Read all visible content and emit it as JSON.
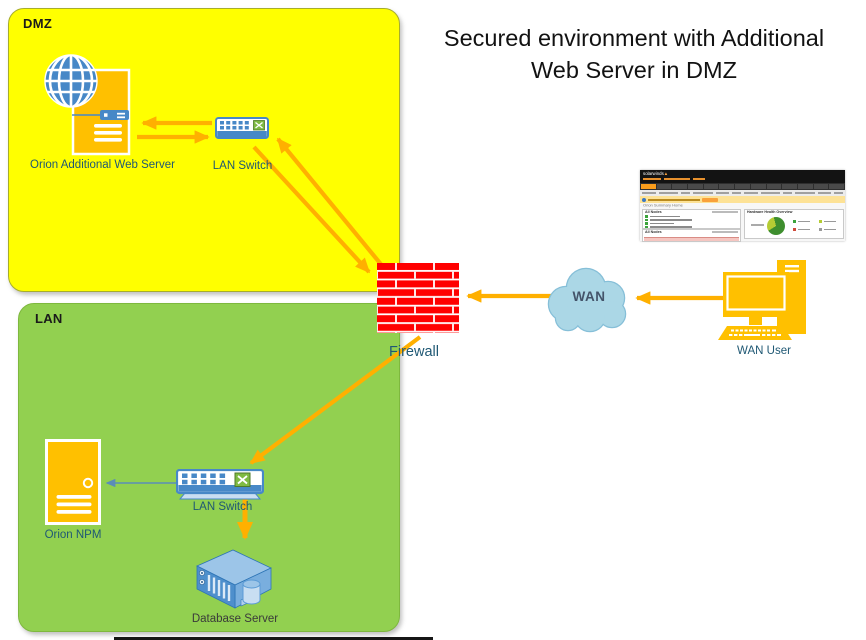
{
  "title": {
    "line1": "Secured environment with Additional",
    "line2": "Web Server in DMZ"
  },
  "zones": {
    "dmz": {
      "label": "DMZ"
    },
    "lan": {
      "label": "LAN"
    }
  },
  "nodes": {
    "web_server": {
      "label": "Orion Additional Web Server"
    },
    "dmz_switch": {
      "label": "LAN Switch"
    },
    "firewall": {
      "label": "Firewall"
    },
    "wan": {
      "label": "WAN"
    },
    "wan_user": {
      "label": "WAN User"
    },
    "npm": {
      "label": "Orion NPM"
    },
    "lan_switch": {
      "label": "LAN Switch"
    },
    "database": {
      "label": "Database Server"
    }
  },
  "thumbnail": {
    "logo": "solarwinds",
    "heading": "Orion Summary Home",
    "left_panel_title": "All Nodes",
    "left_panel2_title": "All Nodes",
    "right_panel_title": "Hardware Health Overview"
  },
  "colors": {
    "dmz_fill": "#FFFF00",
    "lan_fill": "#92D050",
    "arrow_orange": "#FFB000",
    "device_orange": "#FFC000",
    "firewall_red": "#FF0000",
    "cloud_blue": "#ABD7E6",
    "label_blue": "#1F5874"
  }
}
